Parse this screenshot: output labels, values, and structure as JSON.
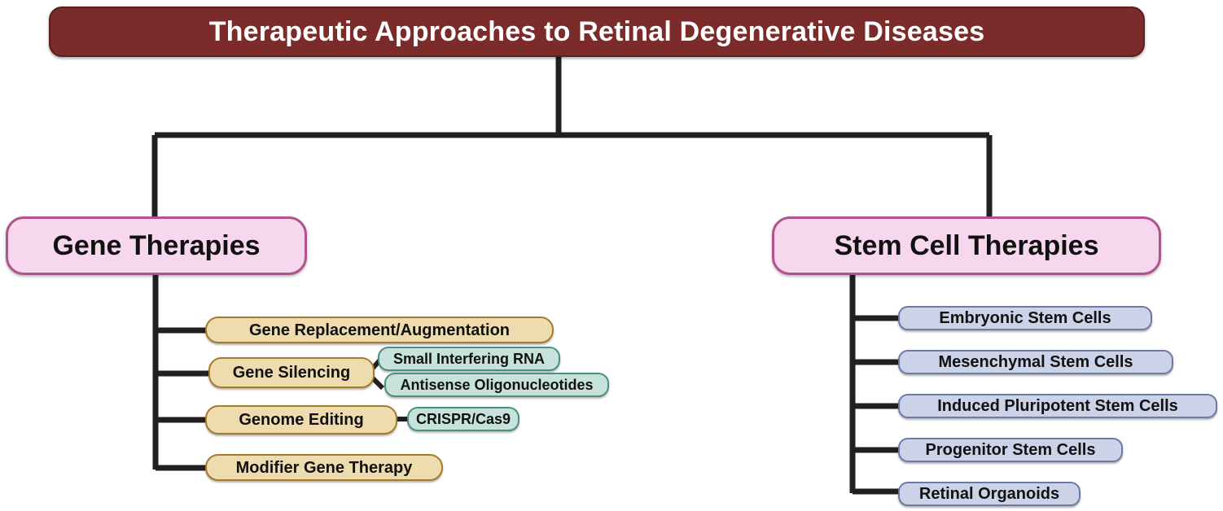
{
  "diagram": {
    "title": "Therapeutic Approaches to Retinal Degenerative Diseases",
    "branches": [
      {
        "id": "gene-therapies",
        "label": "Gene Therapies",
        "children": [
          {
            "id": "gene-replacement",
            "label": "Gene Replacement/Augmentation",
            "children": []
          },
          {
            "id": "gene-silencing",
            "label": "Gene Silencing",
            "children": [
              {
                "id": "sirna",
                "label": "Small Interfering RNA"
              },
              {
                "id": "aso",
                "label": "Antisense Oligonucleotides"
              }
            ]
          },
          {
            "id": "genome-editing",
            "label": "Genome Editing",
            "children": [
              {
                "id": "crispr",
                "label": "CRISPR/Cas9"
              }
            ]
          },
          {
            "id": "modifier-gene-therapy",
            "label": "Modifier Gene Therapy",
            "children": []
          }
        ]
      },
      {
        "id": "stem-cell-therapies",
        "label": "Stem Cell Therapies",
        "children": [
          {
            "id": "embryonic-stem-cells",
            "label": "Embryonic Stem Cells"
          },
          {
            "id": "mesenchymal-stem-cells",
            "label": "Mesenchymal Stem Cells"
          },
          {
            "id": "induced-pluripotent-stem-cells",
            "label": "Induced Pluripotent Stem Cells"
          },
          {
            "id": "progenitor-stem-cells",
            "label": "Progenitor Stem Cells"
          },
          {
            "id": "retinal-organoids",
            "label": "Retinal Organoids"
          }
        ]
      }
    ]
  },
  "colors": {
    "title_fill": "#7c2b2b",
    "title_border": "#5e1f1f",
    "title_text": "#ffffff",
    "branch_fill": "#f6d7ee",
    "branch_border": "#b2518e",
    "tan_fill": "#eedcae",
    "tan_border": "#a67c2b",
    "mint_fill": "#c7e2db",
    "mint_border": "#4a8e84",
    "blue_fill": "#ccd3e8",
    "blue_border": "#6b7ba6",
    "connector": "#231f20",
    "background": "#ffffff"
  }
}
